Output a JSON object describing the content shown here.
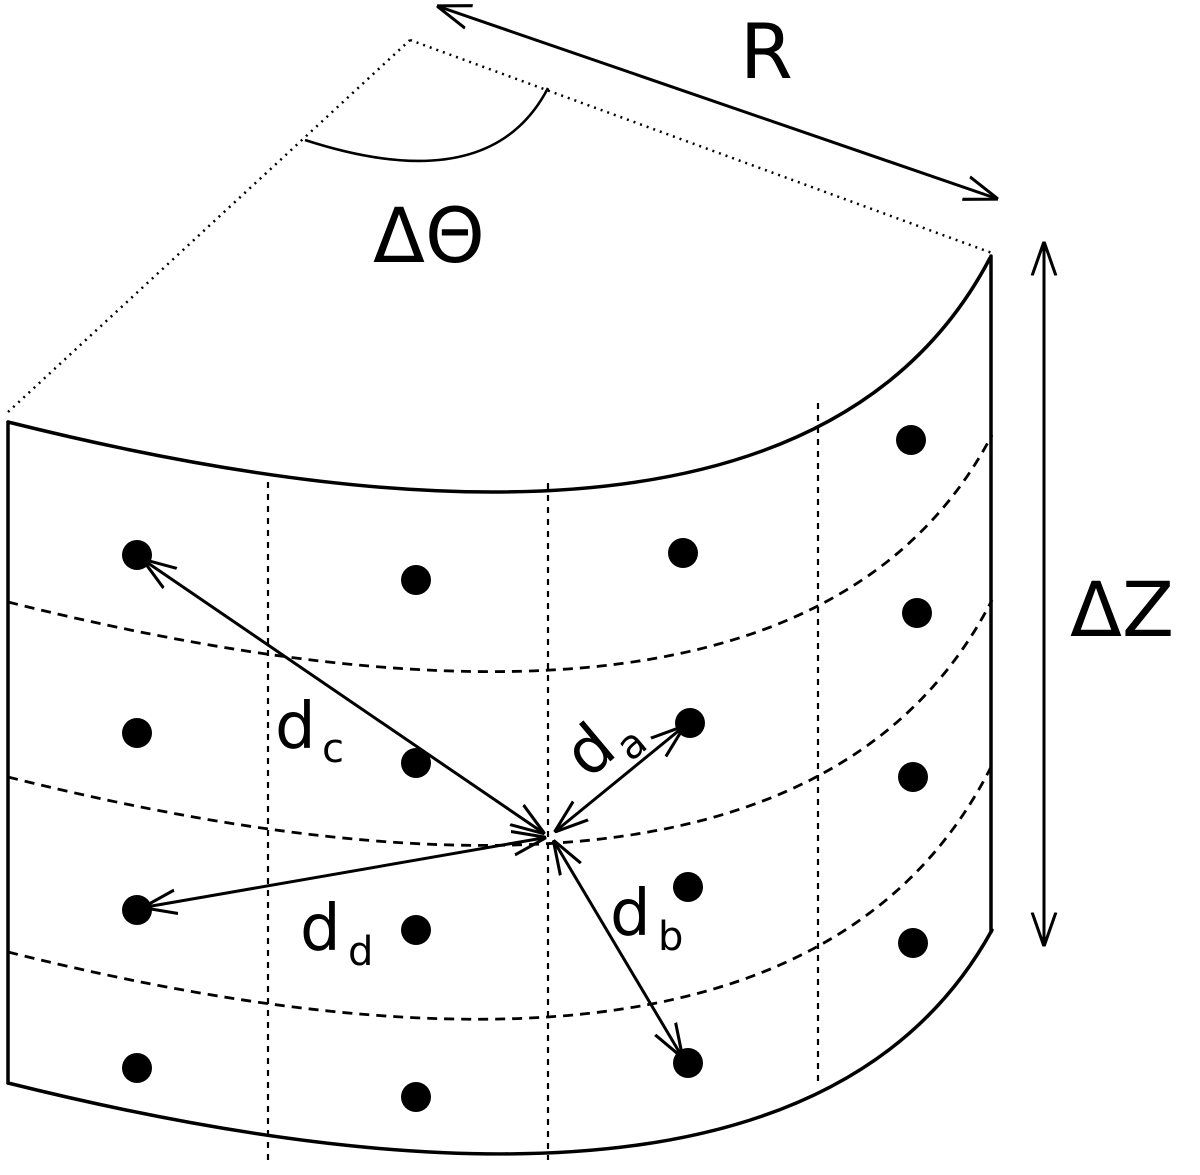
{
  "labels": {
    "radius": "R",
    "angle": "ΔΘ",
    "height": "ΔZ",
    "distance_main": "d",
    "sub_a": "a",
    "sub_b": "b",
    "sub_c": "c",
    "sub_d": "d"
  }
}
